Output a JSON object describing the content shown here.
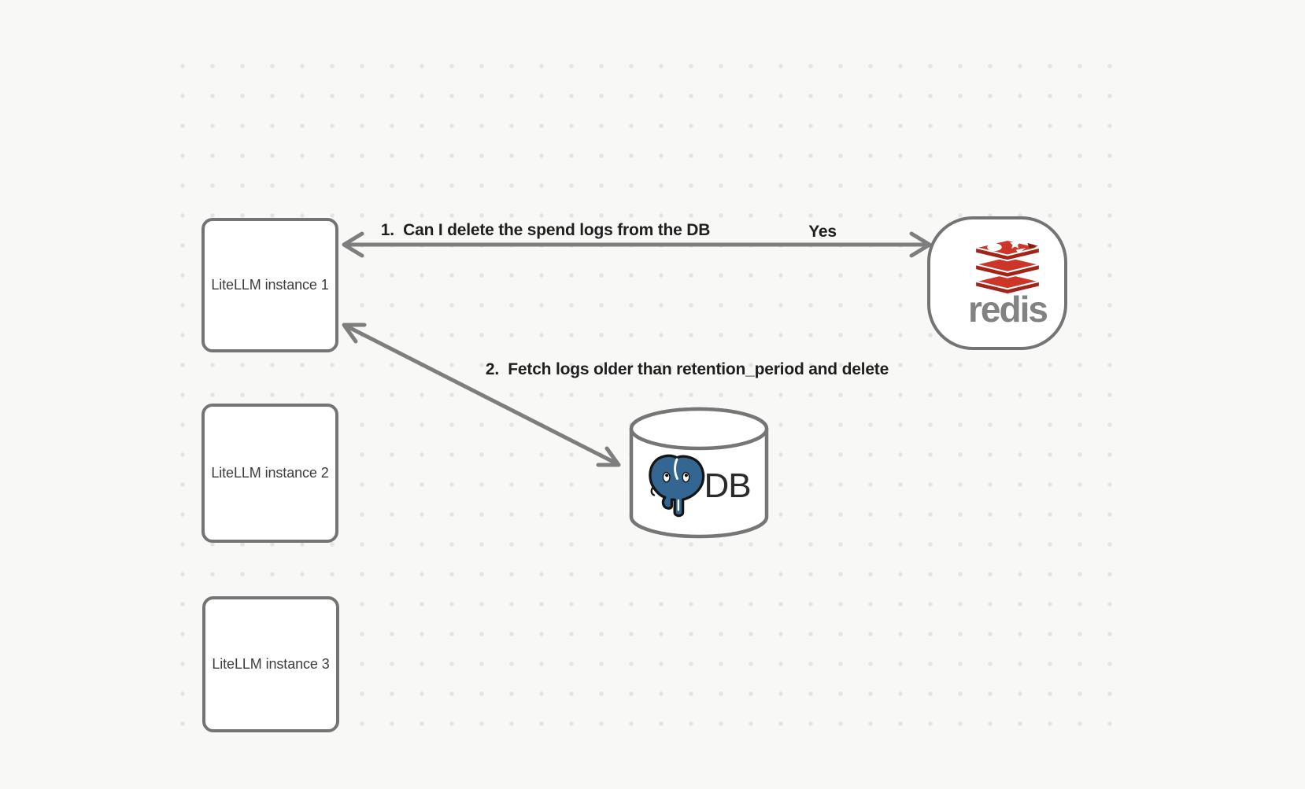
{
  "canvas": {
    "background": "#f8f8f7",
    "dot_color": "#e5e4e2"
  },
  "nodes": {
    "litellm1": {
      "label": "LiteLLM instance 1"
    },
    "litellm2": {
      "label": "LiteLLM instance 2"
    },
    "litellm3": {
      "label": "LiteLLM instance 3"
    },
    "redis": {
      "wordmark": "redis",
      "icon": "redis-logo"
    },
    "db": {
      "label": "DB",
      "icon": "postgresql-logo"
    }
  },
  "edges": {
    "edge1": {
      "label": "1.  Can I delete the spend logs from the DB",
      "reply": "Yes",
      "from": "LiteLLM instance 1",
      "to": "redis",
      "arrowheads": "both"
    },
    "edge2": {
      "label": "2.  Fetch logs older than retention_period and delete",
      "from": "LiteLLM instance 1",
      "to": "DB",
      "arrowheads": "both"
    }
  },
  "colors": {
    "canvas_bg": "#f8f8f7",
    "dot": "#e5e4e2",
    "stroke": "#7e7e7e",
    "node_border": "#747474",
    "node_text": "#3c3c3c",
    "label_text": "#1f1f1f",
    "redis_red": "#cd3529",
    "redis_red_dark": "#a42319",
    "redis_wordmark": "#828282",
    "postgres_blue": "#336791",
    "db_text": "#2b2b2b"
  }
}
